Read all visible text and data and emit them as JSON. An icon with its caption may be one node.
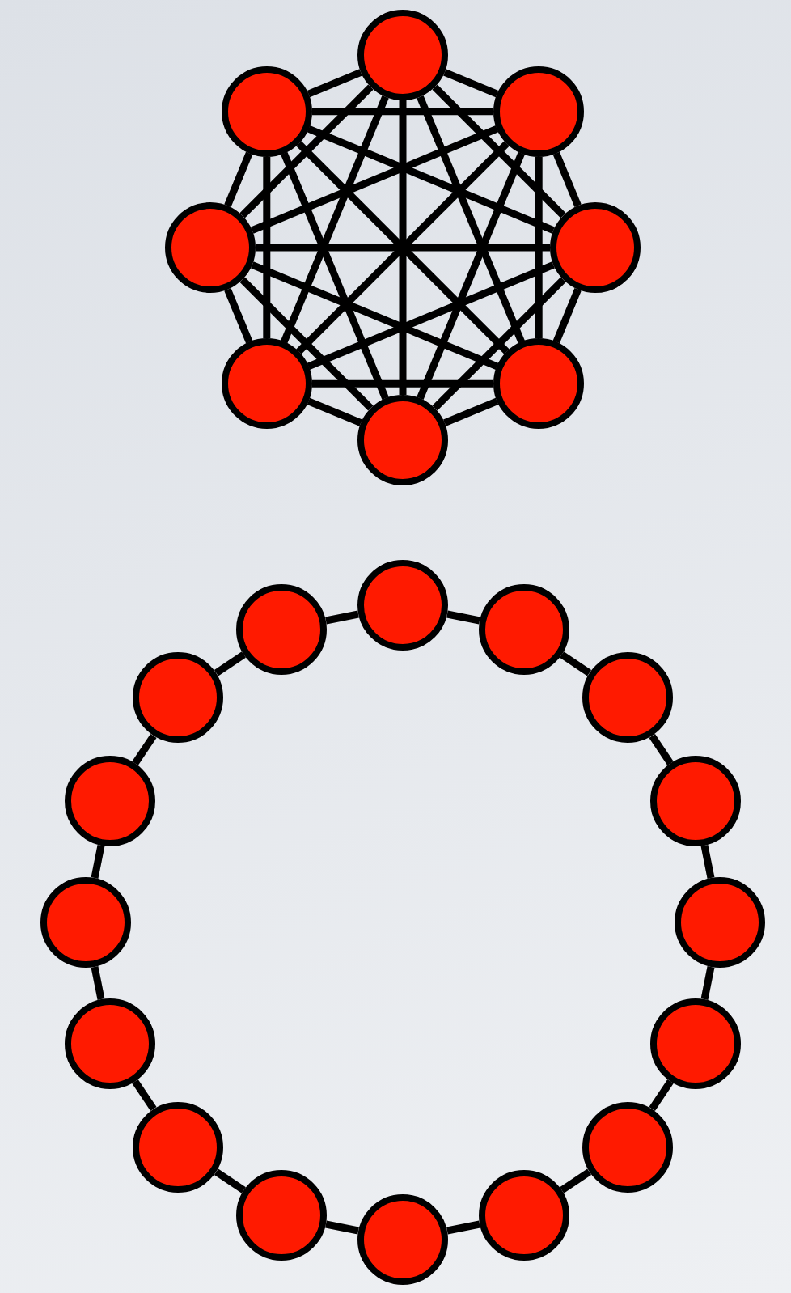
{
  "diagram": {
    "nodes": [
      {
        "text": [],
        "shape": "circle"
      },
      {
        "text": [],
        "shape": "circle"
      },
      {
        "text": [],
        "shape": "circle"
      },
      {
        "text": [],
        "shape": "circle"
      },
      {
        "text": [],
        "shape": "circle"
      },
      {
        "text": [],
        "shape": "circle"
      },
      {
        "text": [],
        "shape": "circle"
      },
      {
        "text": [],
        "shape": "circle"
      },
      {
        "text": [],
        "shape": "circle"
      },
      {
        "text": [],
        "shape": "circle"
      },
      {
        "text": [],
        "shape": "circle"
      },
      {
        "text": [],
        "shape": "circle"
      },
      {
        "text": [],
        "shape": "circle"
      },
      {
        "text": [],
        "shape": "circle"
      },
      {
        "text": [],
        "shape": "circle"
      },
      {
        "text": [],
        "shape": "circle"
      },
      {
        "text": [],
        "shape": "circle"
      },
      {
        "text": [],
        "shape": "circle"
      },
      {
        "text": [],
        "shape": "circle"
      },
      {
        "text": [],
        "shape": "circle"
      },
      {
        "text": [],
        "shape": "circle"
      },
      {
        "text": [],
        "shape": "circle"
      },
      {
        "text": [],
        "shape": "circle"
      },
      {
        "text": [],
        "shape": "circle"
      }
    ],
    "edges": [
      {
        "from": 0,
        "to": 1,
        "arrow": "none"
      },
      {
        "from": 0,
        "to": 2,
        "arrow": "none"
      },
      {
        "from": 0,
        "to": 3,
        "arrow": "none"
      },
      {
        "from": 0,
        "to": 4,
        "arrow": "none"
      },
      {
        "from": 0,
        "to": 5,
        "arrow": "none"
      },
      {
        "from": 0,
        "to": 6,
        "arrow": "none"
      },
      {
        "from": 0,
        "to": 7,
        "arrow": "none"
      },
      {
        "from": 1,
        "to": 2,
        "arrow": "none"
      },
      {
        "from": 1,
        "to": 3,
        "arrow": "none"
      },
      {
        "from": 1,
        "to": 4,
        "arrow": "none"
      },
      {
        "from": 1,
        "to": 5,
        "arrow": "none"
      },
      {
        "from": 1,
        "to": 6,
        "arrow": "none"
      },
      {
        "from": 1,
        "to": 7,
        "arrow": "none"
      },
      {
        "from": 2,
        "to": 3,
        "arrow": "none"
      },
      {
        "from": 2,
        "to": 4,
        "arrow": "none"
      },
      {
        "from": 2,
        "to": 5,
        "arrow": "none"
      },
      {
        "from": 2,
        "to": 6,
        "arrow": "none"
      },
      {
        "from": 2,
        "to": 7,
        "arrow": "none"
      },
      {
        "from": 3,
        "to": 4,
        "arrow": "none"
      },
      {
        "from": 3,
        "to": 5,
        "arrow": "none"
      },
      {
        "from": 3,
        "to": 6,
        "arrow": "none"
      },
      {
        "from": 3,
        "to": 7,
        "arrow": "none"
      },
      {
        "from": 4,
        "to": 5,
        "arrow": "none"
      },
      {
        "from": 4,
        "to": 6,
        "arrow": "none"
      },
      {
        "from": 4,
        "to": 7,
        "arrow": "none"
      },
      {
        "from": 5,
        "to": 6,
        "arrow": "none"
      },
      {
        "from": 5,
        "to": 7,
        "arrow": "none"
      },
      {
        "from": 6,
        "to": 7,
        "arrow": "none"
      },
      {
        "from": 8,
        "to": 9,
        "arrow": "none"
      },
      {
        "from": 9,
        "to": 10,
        "arrow": "none"
      },
      {
        "from": 10,
        "to": 11,
        "arrow": "none"
      },
      {
        "from": 11,
        "to": 12,
        "arrow": "none"
      },
      {
        "from": 12,
        "to": 13,
        "arrow": "none"
      },
      {
        "from": 13,
        "to": 14,
        "arrow": "none"
      },
      {
        "from": 14,
        "to": 15,
        "arrow": "none"
      },
      {
        "from": 15,
        "to": 16,
        "arrow": "none"
      },
      {
        "from": 16,
        "to": 17,
        "arrow": "none"
      },
      {
        "from": 17,
        "to": 18,
        "arrow": "none"
      },
      {
        "from": 18,
        "to": 19,
        "arrow": "none"
      },
      {
        "from": 19,
        "to": 20,
        "arrow": "none"
      },
      {
        "from": 20,
        "to": 21,
        "arrow": "none"
      },
      {
        "from": 21,
        "to": 22,
        "arrow": "none"
      },
      {
        "from": 22,
        "to": 23,
        "arrow": "none"
      },
      {
        "from": 23,
        "to": 8,
        "arrow": "none"
      }
    ]
  }
}
